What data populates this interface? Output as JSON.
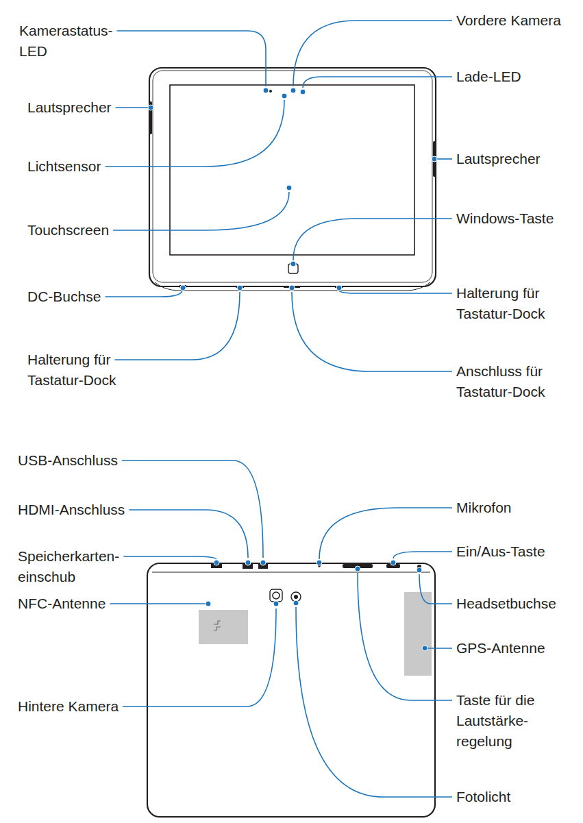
{
  "diagram": {
    "labels": [
      "Kamerastatus- LED",
      "Vordere Kamera",
      "Lade-LED",
      "Lautsprecher",
      "Lautsprecher",
      "Lichtsensor",
      "Touchscreen",
      "Windows-Taste",
      "DC-Buchse",
      "Halterung für Tastatur-Dock",
      "Halterung für Tastatur-Dock",
      "Anschluss für Tastatur-Dock",
      "USB-Anschluss",
      "HDMI-Anschluss",
      "Mikrofon",
      "Speicherkarten- einschub",
      "Ein/Aus-Taste",
      "NFC-Antenne",
      "Headsetbuchse",
      "GPS-Antenne",
      "Hintere Kamera",
      "Taste für die Lautstärke- regelung",
      "Fotolicht"
    ]
  }
}
